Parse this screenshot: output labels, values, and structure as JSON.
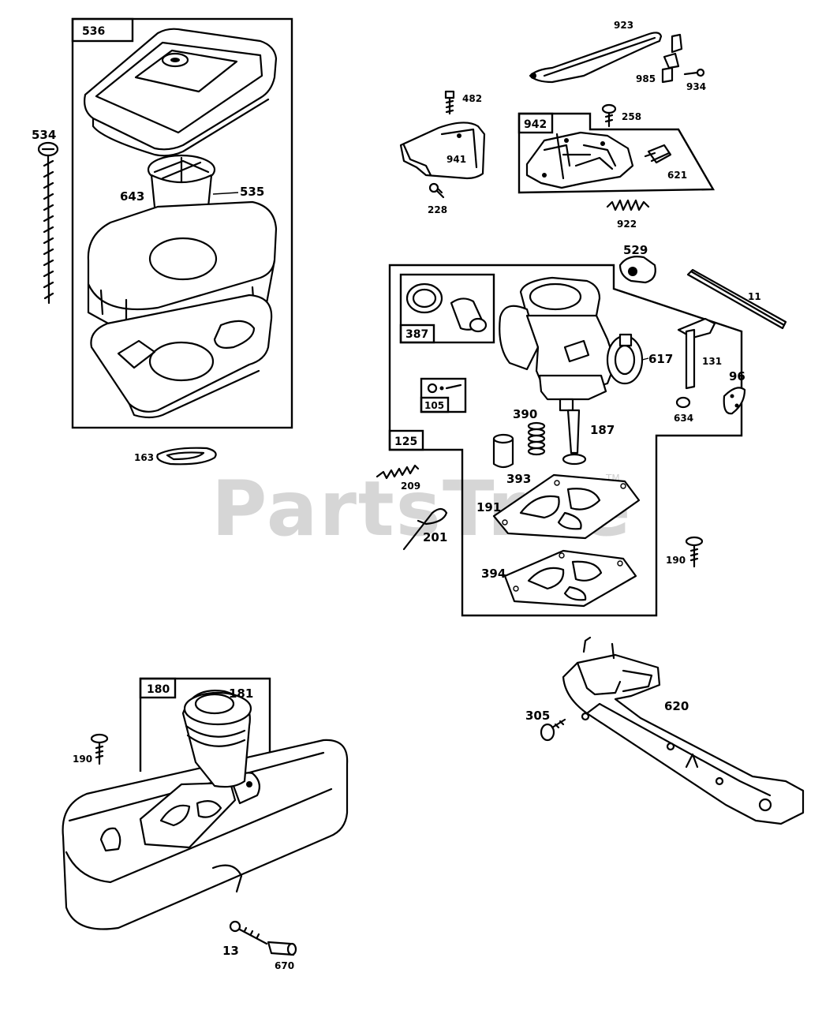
{
  "watermark": {
    "text": "PartsTree",
    "tm": "TM"
  },
  "boxes": {
    "air_cleaner": "536",
    "governor": "942",
    "carburetor": "125",
    "overhaul_kit": "387",
    "screw_kit": "105",
    "fuel_tank": "180"
  },
  "labels": {
    "p923": "923",
    "p985": "985",
    "p934": "934",
    "p482": "482",
    "p258": "258",
    "p941": "941",
    "p621": "621",
    "p228": "228",
    "p922": "922",
    "p529": "529",
    "p11": "11",
    "p131": "131",
    "p96": "96",
    "p634": "634",
    "p617": "617",
    "p390": "390",
    "p187": "187",
    "p393": "393",
    "p209": "209",
    "p191": "191",
    "p201": "201",
    "p394": "394",
    "p190a": "190",
    "p534": "534",
    "p643": "643",
    "p535": "535",
    "p163": "163",
    "p181": "181",
    "p190b": "190",
    "p13": "13",
    "p670": "670",
    "p305": "305",
    "p620": "620"
  }
}
